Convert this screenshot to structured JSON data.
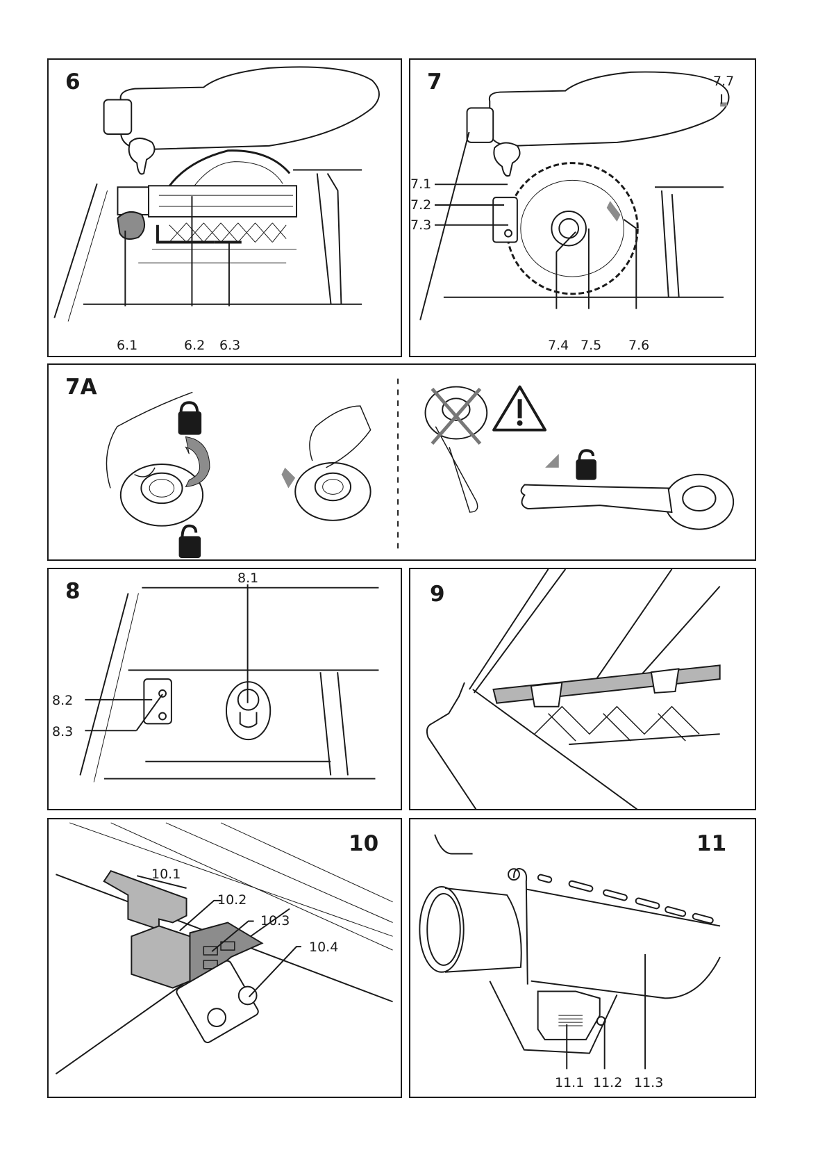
{
  "page": {
    "type": "instruction-manual-illustration-page",
    "colors": {
      "ink": "#1a1a1a",
      "shade": "#8c8c8c",
      "light_shade": "#b5b5b5",
      "background": "#ffffff"
    }
  },
  "figures": {
    "fig6": {
      "number": "6",
      "callouts": [
        "6.1",
        "6.2",
        "6.3"
      ]
    },
    "fig7": {
      "number": "7",
      "callouts": [
        "7.1",
        "7.2",
        "7.3",
        "7.4",
        "7.5",
        "7.6",
        "7.7"
      ]
    },
    "fig7a": {
      "number": "7A",
      "icons": [
        "padlock-closed-icon",
        "padlock-open-icon",
        "rotate-arrow-icon",
        "warning-triangle-icon",
        "prohibited-cross-icon"
      ]
    },
    "fig8": {
      "number": "8",
      "callouts": [
        "8.1",
        "8.2",
        "8.3"
      ]
    },
    "fig9": {
      "number": "9"
    },
    "fig10": {
      "number": "10",
      "callouts": [
        "10.1",
        "10.2",
        "10.3",
        "10.4"
      ]
    },
    "fig11": {
      "number": "11",
      "callouts": [
        "11.1",
        "11.2",
        "11.3"
      ]
    }
  }
}
